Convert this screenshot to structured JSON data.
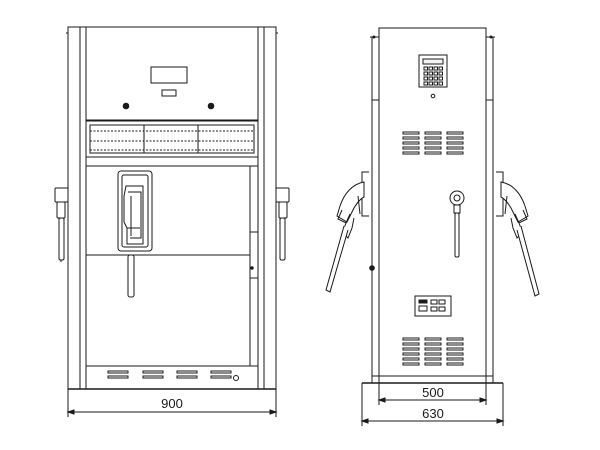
{
  "dimensions": {
    "front_width": "900",
    "side_base_width": "500",
    "side_total_width": "630"
  },
  "colors": {
    "line": "#1a1a1a",
    "fill": "#ffffff",
    "panel_fill": "#f4f4f4"
  }
}
